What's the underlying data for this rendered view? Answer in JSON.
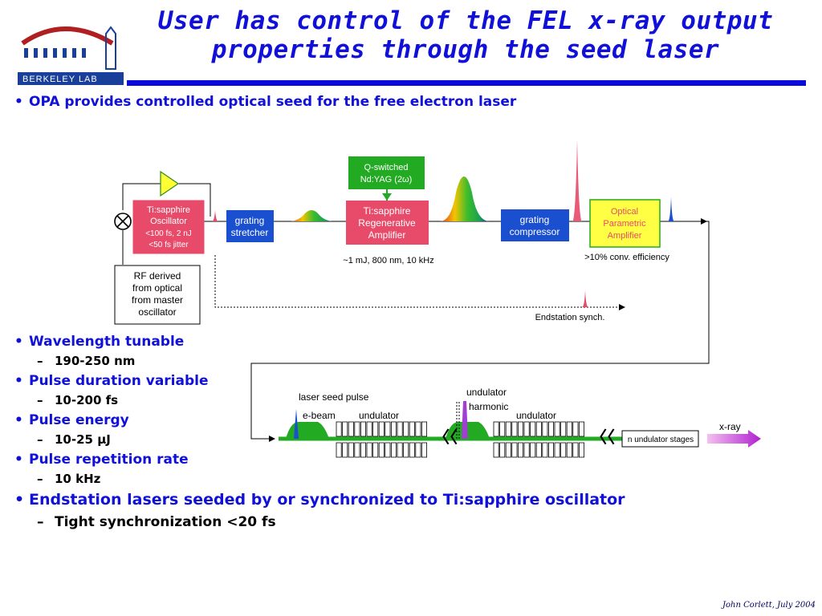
{
  "slide": {
    "title_line1": "User has control of the FEL x-ray output",
    "title_line2": "properties through the seed laser",
    "logo_text": "Berkeley Lab",
    "footer": "John Corlett,  July 2004",
    "colors": {
      "title": "#1010d8",
      "rule": "#0a0adc",
      "box_red": "#e84a6a",
      "box_blue": "#1a4fd0",
      "box_green": "#22aa22",
      "box_yellow": "#ffff44"
    }
  },
  "bullets": {
    "top": "OPA provides controlled optical seed for the free electron laser",
    "items": [
      {
        "label": "Wavelength tunable",
        "sub": "190-250 nm"
      },
      {
        "label": "Pulse duration variable",
        "sub": "10-200 fs"
      },
      {
        "label": "Pulse energy",
        "sub": "10-25 μJ"
      },
      {
        "label": "Pulse repetition rate",
        "sub": "10 kHz"
      }
    ],
    "last": {
      "label": "Endstation lasers seeded by or synchronized to Ti:sapphire oscillator",
      "sub": "Tight synchronization <20 fs"
    }
  },
  "diagram": {
    "oscillator": [
      "Ti:sapphire",
      "Oscillator",
      "<100 fs, 2 nJ",
      "<50 fs jitter"
    ],
    "rf": [
      "RF derived",
      "from optical",
      "from master",
      "oscillator"
    ],
    "stretcher": [
      "grating",
      "stretcher"
    ],
    "yag": [
      "Q-switched",
      "Nd:YAG (2ω)"
    ],
    "regen": [
      "Ti:sapphire",
      "Regenerative",
      "Amplifier"
    ],
    "regen_spec": "~1 mJ, 800 nm, 10 kHz",
    "compressor": [
      "grating",
      "compressor"
    ],
    "opa": [
      "Optical",
      "Parametric",
      "Amplifier"
    ],
    "opa_spec": ">10% conv. efficiency",
    "endstation": "Endstation synch.",
    "laser_seed": "laser seed pulse",
    "ebeam": "e-beam",
    "undulator1": "undulator",
    "harmonic": [
      "undulator",
      "harmonic"
    ],
    "undulator2": "undulator",
    "n_stages": "n undulator stages",
    "xray": "x-ray"
  }
}
